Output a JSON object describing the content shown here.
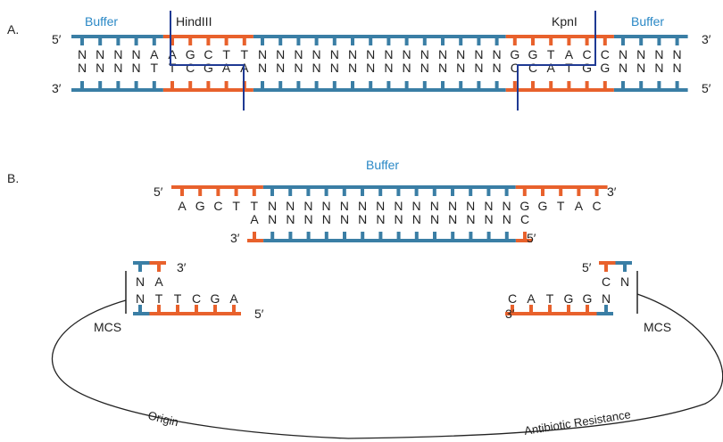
{
  "colors": {
    "strand_blue": "#3a7ea5",
    "strand_orange": "#e8612c",
    "enzyme_line": "#1f3a93",
    "label_blue": "#2a88c6",
    "text": "#222222",
    "curve": "#222222"
  },
  "part_a": {
    "panel_label": "A.",
    "top_strand": "NNNNAAGCTTNNNNNNNNNNNNNNGGTACCNNNN",
    "bottom_strand": "NNNNTTCGAANNNNNNNNNNNNNNCCATGGNNNN",
    "top_colors": "bbbbbooooobbbbbbbbbbbbbboooooobbbb",
    "top_5prime": "5′",
    "top_3prime": "3′",
    "bottom_3prime": "3′",
    "bottom_5prime": "5′",
    "buffer_left": "Buffer",
    "buffer_right": "Buffer",
    "enzyme_left": "HindIII",
    "enzyme_right": "KpnI"
  },
  "part_b": {
    "panel_label": "B.",
    "buffer_label": "Buffer",
    "insert_top": "AGCTTNNNNNNNNNNNNNNGGTAC",
    "insert_top_colors": "ooooobbbbbbbbbbbbbbooooo",
    "insert_bottom": "ANNNNNNNNNNNNNNC",
    "insert_bottom_colors": "obbbbbbbbbbbbbbo",
    "insert_top_5prime": "5′",
    "insert_top_3prime": "3′",
    "insert_bottom_3prime": "3′",
    "insert_bottom_5prime": "5′",
    "left_vector": {
      "top_strand": "NA",
      "top_colors": "bo",
      "bottom_strand": "NTTCGA",
      "bottom_colors": "booooo",
      "end_top": "3′",
      "end_bottom": "5′"
    },
    "right_vector": {
      "top_strand": "CN",
      "top_colors": "ob",
      "bottom_strand": "CATGGN",
      "bottom_colors": "ooooob",
      "end_top": "5′",
      "end_bottom": "3′"
    },
    "mcs_left": "MCS",
    "mcs_right": "MCS",
    "origin_label": "Origin",
    "resistance_label": "Antibiotic Resistance"
  }
}
